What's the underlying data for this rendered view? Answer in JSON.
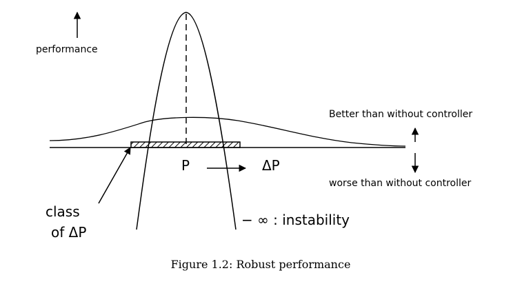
{
  "diagram": {
    "y_axis_label": "performance",
    "nominal_plant_label": "P",
    "perturbation_label": "ΔP",
    "better_label": "Better than without controller",
    "worse_label": "worse than without controller",
    "class_label_line1": "class",
    "class_label_line2": "of ΔP",
    "instability_label": "− ∞ : instability"
  },
  "caption": "Figure 1.2: Robust performance"
}
